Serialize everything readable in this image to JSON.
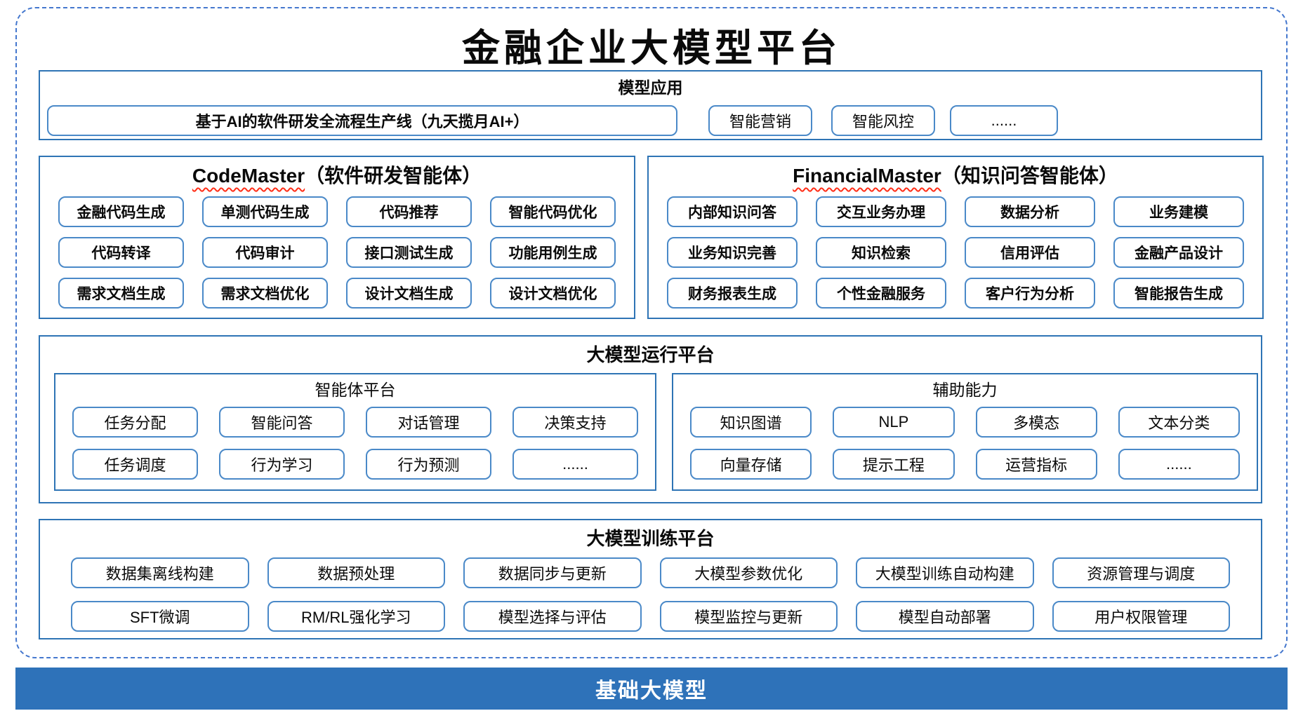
{
  "title": "金融企业大模型平台",
  "colors": {
    "section_border": "#2E74B5",
    "button_border": "#4A89C8",
    "frame_dashed": "#4477CE",
    "base_bar_fill": "#2E72B9",
    "squiggle_red": "#FF2D16"
  },
  "model_app": {
    "header": "模型应用",
    "pipeline": "基于AI的软件研发全流程生产线（九天揽月AI+）",
    "items": [
      "智能营销",
      "智能风控",
      "......"
    ]
  },
  "codemaster": {
    "title_en": "CodeMaster",
    "title_zh": "（软件研发智能体）",
    "items": [
      "金融代码生成",
      "单测代码生成",
      "代码推荐",
      "智能代码优化",
      "代码转译",
      "代码审计",
      "接口测试生成",
      "功能用例生成",
      "需求文档生成",
      "需求文档优化",
      "设计文档生成",
      "设计文档优化"
    ]
  },
  "financialmaster": {
    "title_en": "FinancialMaster",
    "title_zh": "（知识问答智能体）",
    "items": [
      "内部知识问答",
      "交互业务办理",
      "数据分析",
      "业务建模",
      "业务知识完善",
      "知识检索",
      "信用评估",
      "金融产品设计",
      "财务报表生成",
      "个性金融服务",
      "客户行为分析",
      "智能报告生成"
    ]
  },
  "runtime": {
    "header": "大模型运行平台",
    "agent_platform": {
      "title": "智能体平台",
      "items": [
        "任务分配",
        "智能问答",
        "对话管理",
        "决策支持",
        "任务调度",
        "行为学习",
        "行为预测",
        "......"
      ]
    },
    "aux": {
      "title": "辅助能力",
      "items": [
        "知识图谱",
        "NLP",
        "多模态",
        "文本分类",
        "向量存储",
        "提示工程",
        "运营指标",
        "......"
      ]
    }
  },
  "training": {
    "header": "大模型训练平台",
    "items": [
      "数据集离线构建",
      "数据预处理",
      "数据同步与更新",
      "大模型参数优化",
      "大模型训练自动构建",
      "资源管理与调度",
      "SFT微调",
      "RM/RL强化学习",
      "模型选择与评估",
      "模型监控与更新",
      "模型自动部署",
      "用户权限管理"
    ]
  },
  "base_model": {
    "label": "基础大模型"
  }
}
